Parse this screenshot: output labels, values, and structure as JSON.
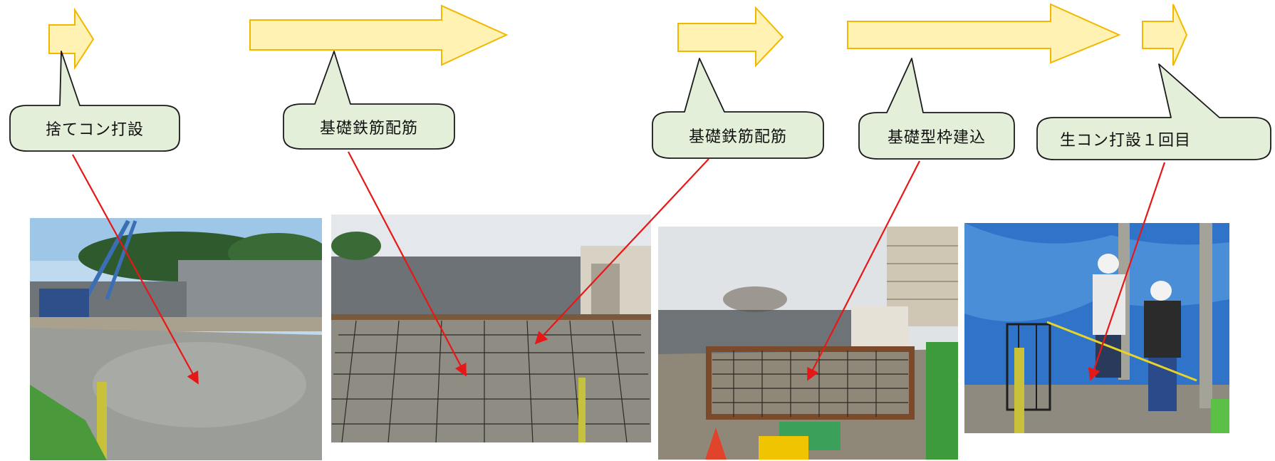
{
  "steps": [
    {
      "label": "捨てコン打設"
    },
    {
      "label": "基礎鉄筋配筋"
    },
    {
      "label": "基礎鉄筋配筋"
    },
    {
      "label": "基礎型枠建込"
    },
    {
      "label": "生コン打設１回目"
    }
  ],
  "photos": [
    {
      "subject": "concrete-pour-site"
    },
    {
      "subject": "rebar-grid-site"
    },
    {
      "subject": "rebar-formwork-site"
    },
    {
      "subject": "workers-pouring-under-tarp"
    }
  ],
  "colors": {
    "arrow_fill": "#fff2b3",
    "arrow_stroke": "#f2b800",
    "callout_fill": "#e3efd8",
    "callout_stroke": "#1a1a1a",
    "pointer_line": "#e81717"
  }
}
